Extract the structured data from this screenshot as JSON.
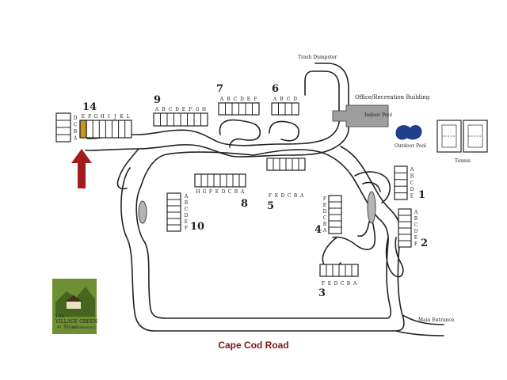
{
  "colors": {
    "ink": "#222222",
    "road_label": "#7a1616",
    "arrow": "#a31c1c",
    "highlight_unit": "#c8951e",
    "office_building": "#9e9e9e",
    "pool_water": "#1f3f8c",
    "logo_bg": "#6f8f35"
  },
  "labels": {
    "trash": "Trash Dumpster",
    "office": "Office/Recreation Building",
    "indoor_pool": "Indoor Pool",
    "outdoor_pool": "Outdoor Pool",
    "tennis": "Tennis",
    "main_entrance": "Main Entrance",
    "road": "Cape Cod Road"
  },
  "buildings": [
    {
      "number": "14",
      "letters": [
        "E",
        "F",
        "G",
        "H",
        "I",
        "J",
        "K",
        "L"
      ],
      "highlighted_unit": "E"
    },
    {
      "number": "14",
      "letters": [
        "D",
        "C",
        "B",
        "A"
      ]
    },
    {
      "number": "9",
      "letters": [
        "A",
        "B",
        "C",
        "D",
        "E",
        "F",
        "G",
        "H"
      ]
    },
    {
      "number": "7",
      "letters": [
        "A",
        "B",
        "C",
        "D",
        "E",
        "F"
      ]
    },
    {
      "number": "6",
      "letters": [
        "A",
        "B",
        "C",
        "D"
      ]
    },
    {
      "number": "8",
      "letters": [
        "H",
        "G",
        "F",
        "E",
        "D",
        "C",
        "B",
        "A"
      ]
    },
    {
      "number": "5",
      "letters": [
        "F",
        "E",
        "D",
        "C",
        "B",
        "A"
      ]
    },
    {
      "number": "10",
      "letters": [
        "A",
        "B",
        "C",
        "D",
        "E",
        "F"
      ]
    },
    {
      "number": "4",
      "letters": [
        "F",
        "E",
        "D",
        "C",
        "B",
        "A"
      ]
    },
    {
      "number": "1",
      "letters": [
        "A",
        "B",
        "C",
        "D",
        "E"
      ]
    },
    {
      "number": "2",
      "letters": [
        "A",
        "B",
        "C",
        "D",
        "E",
        "F"
      ]
    },
    {
      "number": "3",
      "letters": [
        "F",
        "E",
        "D",
        "C",
        "B",
        "A"
      ]
    }
  ],
  "logo": {
    "line1": "THE",
    "line2": "VILLAGE GREEN",
    "line3": "AT",
    "line4": "Stowe",
    "line5": "VERMONT",
    "icon": "barn-mountain-logo"
  },
  "marker": {
    "icon": "red-arrow-up-icon"
  }
}
